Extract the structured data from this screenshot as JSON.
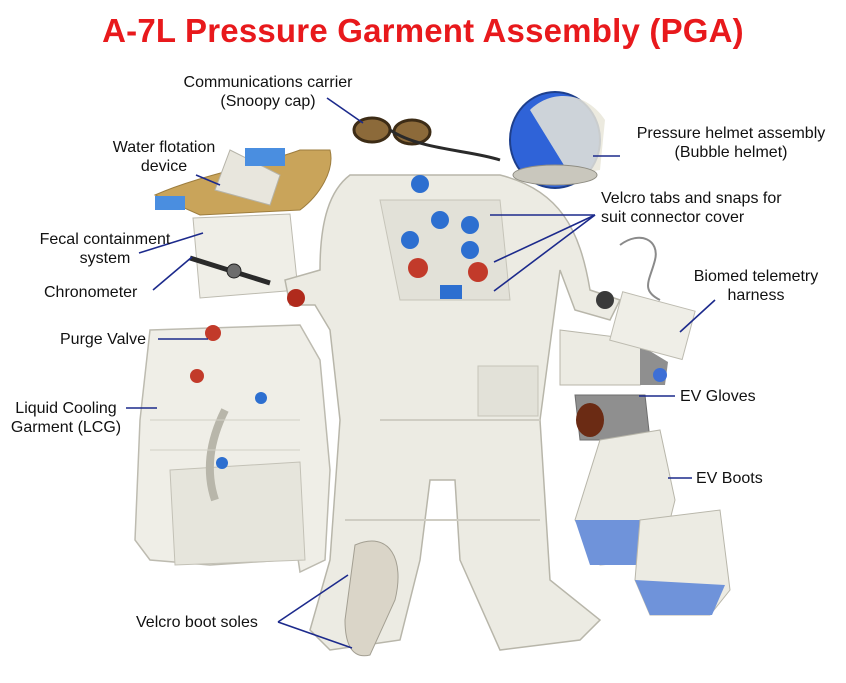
{
  "title": "A-7L Pressure Garment Assembly (PGA)",
  "colors": {
    "title": "#e8191c",
    "leader": "#1c2a8c",
    "suit": "#ecebe3",
    "suit_shadow": "#c9c7bd",
    "helmet": "#2f63d8",
    "tan": "#c9a45a",
    "red": "#c23a2a",
    "blue": "#2d6fd0",
    "cap": "#8c6a3a"
  },
  "labels": {
    "communications_carrier": [
      "Communications carrier",
      "(Snoopy cap)"
    ],
    "pressure_helmet": [
      "Pressure helmet assembly",
      "(Bubble helmet)"
    ],
    "water_flotation": [
      "Water flotation",
      "device"
    ],
    "velcro_tabs": [
      "Velcro tabs and snaps for",
      "suit connector cover"
    ],
    "fecal_containment": [
      "Fecal containment",
      "system"
    ],
    "chronometer": "Chronometer",
    "biomed_telemetry": [
      "Biomed telemetry",
      "harness"
    ],
    "purge_valve": "Purge Valve",
    "liquid_cooling": [
      "Liquid Cooling",
      "Garment (LCG)"
    ],
    "ev_gloves": "EV Gloves",
    "ev_boots": "EV Boots",
    "velcro_boot_soles": "Velcro boot soles"
  }
}
